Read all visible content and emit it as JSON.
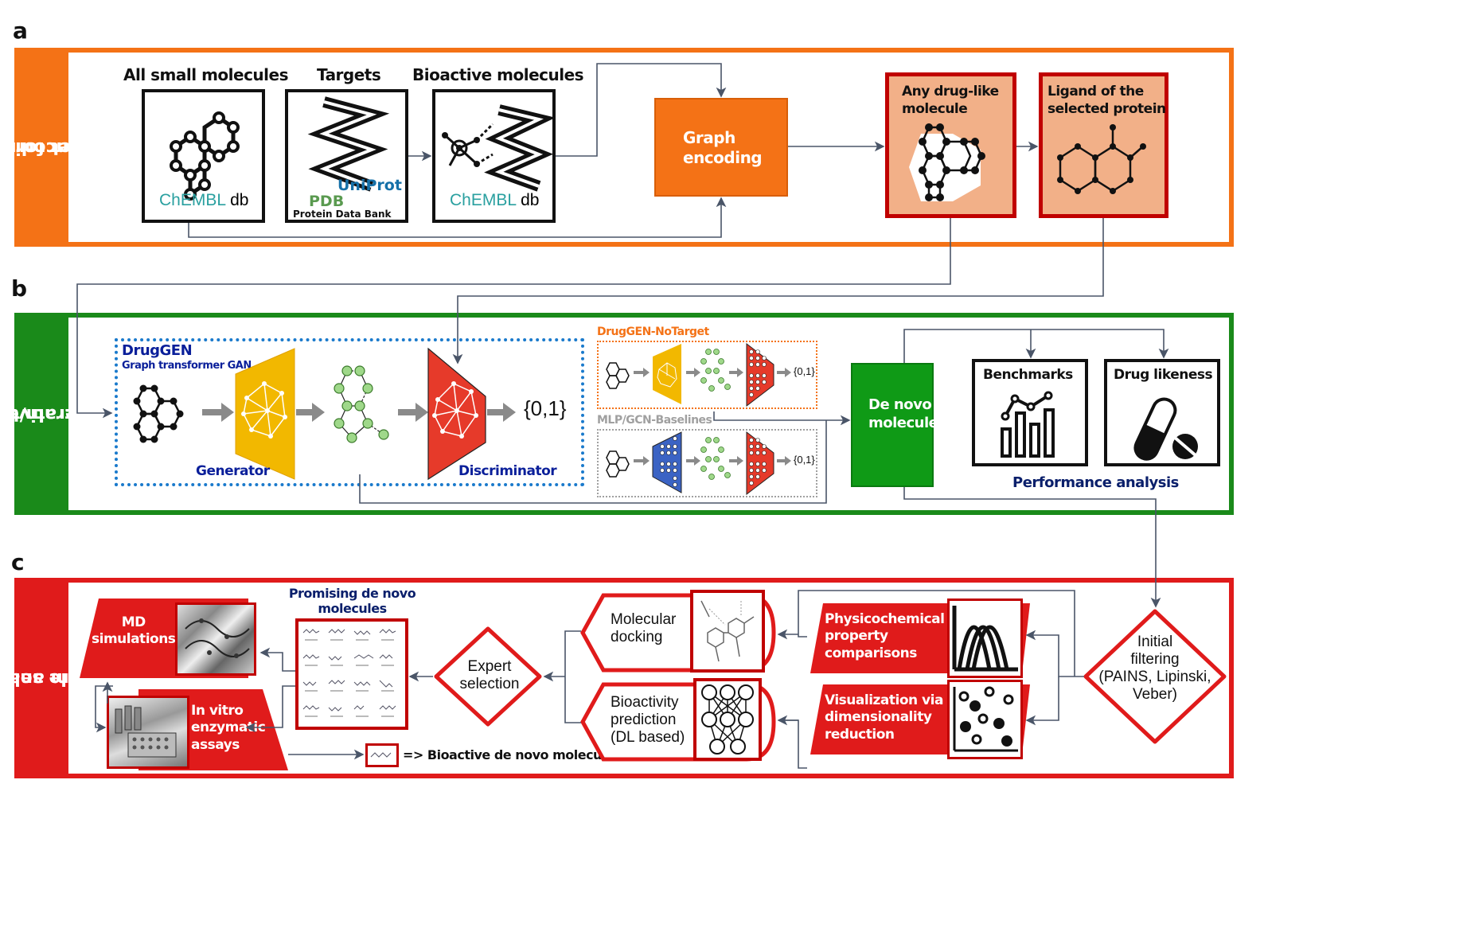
{
  "panels": {
    "a": {
      "letter": "a",
      "side_title_1": "Dataset formation",
      "side_title_2": "and encoding",
      "color": "#f47216",
      "sources": [
        {
          "heading": "All small molecules",
          "db_name": "ChEMBL",
          "db_suffix": "db"
        },
        {
          "heading": "Targets",
          "uniprot": "UniProt",
          "pdb": "PDB",
          "pdb_full": "Protein Data Bank"
        },
        {
          "heading": "Bioactive molecules",
          "db_name": "ChEMBL",
          "db_suffix": "db"
        }
      ],
      "graph_encoding_1": "Graph",
      "graph_encoding_2": "encoding",
      "any_druglike_1": "Any drug-like",
      "any_druglike_2": "molecule",
      "ligand_1": "Ligand of the",
      "ligand_2": "selected protein"
    },
    "b": {
      "letter": "b",
      "side_title_1": "Generative model",
      "side_title_2": "design, train/test",
      "color": "#1a8a1a",
      "druggen_title": "DrugGEN",
      "druggen_subtitle": "Graph transformer GAN",
      "generator_label": "Generator",
      "discriminator_label": "Discriminator",
      "output_label": "{0,1}",
      "notarget_title": "DrugGEN-NoTarget",
      "baselines_title": "MLP/GCN-Baselines",
      "small_output_label": "{0,1}",
      "denovo_1": "De novo",
      "denovo_2": "molecules",
      "benchmarks_label": "Benchmarks",
      "druglikeness_label": "Drug likeness",
      "performance_label": "Performance analysis"
    },
    "c": {
      "letter": "c",
      "side_title_1": "Molecule selection via",
      "side_title_2": "downstream analyses",
      "color": "#e01b1b",
      "md_1": "MD",
      "md_2": "simulations",
      "invitro_1": "In vitro",
      "invitro_2": "enzymatic",
      "invitro_3": "assays",
      "promising_1": "Promising de novo",
      "promising_2": "molecules",
      "bioactive_label": "=> Bioactive de novo molecules",
      "expert_1": "Expert",
      "expert_2": "selection",
      "docking_1": "Molecular",
      "docking_2": "docking",
      "bioactivity_1": "Bioactivity",
      "bioactivity_2": "prediction",
      "bioactivity_3": "(DL based)",
      "physchem_1": "Physicochemical",
      "physchem_2": "property",
      "physchem_3": "comparisons",
      "viz_1": "Visualization via",
      "viz_2": "dimensionality",
      "viz_3": "reduction",
      "filter_1": "Initial",
      "filter_2": "filtering",
      "filter_3": "(PAINS, Lipinski,",
      "filter_4": "Veber)"
    }
  },
  "colors": {
    "chembl_teal": "#2aa0a0",
    "uniprot_blue": "#1570a8",
    "pdb_green": "#5a9a50",
    "navy": "#0a1f6b",
    "generator_yellow": "#f2b800",
    "discriminator_red": "#e63a2a",
    "mlp_blue": "#3b63c4",
    "node_green": "#9fd88a",
    "salmon": "#f2b088",
    "dark_red": "#c00000",
    "arrow": "#4a5568"
  }
}
